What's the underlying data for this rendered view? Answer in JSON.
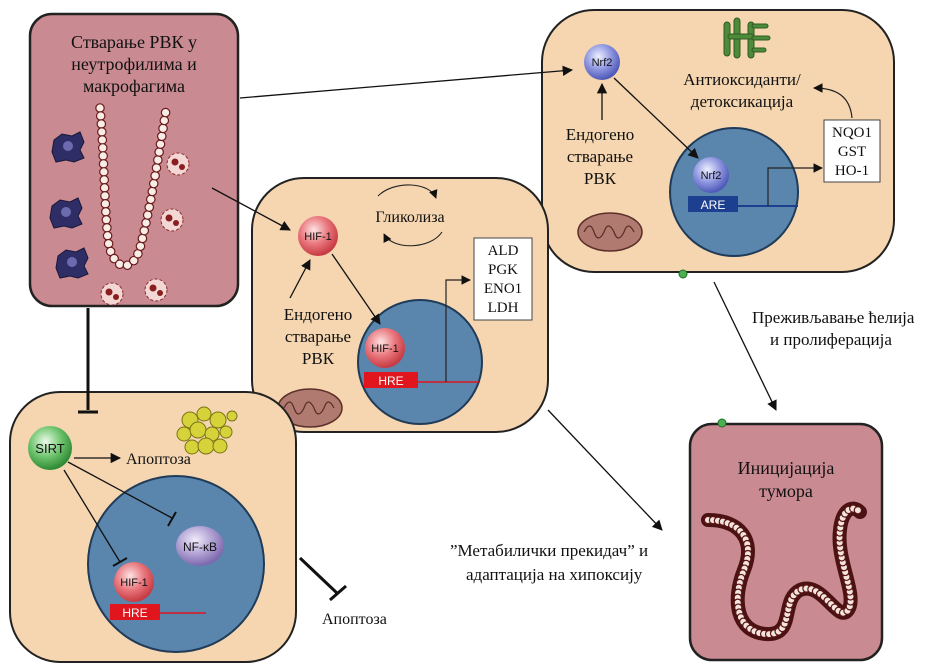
{
  "neutrophil_box": {
    "line1": "Стварање РВК у",
    "line2": "неутрофилима и",
    "line3": "макрофагима"
  },
  "nrf2_cell": {
    "nrf2": "Nrf2",
    "nrf2_nucleus": "Nrf2",
    "are": "ARE",
    "antioxidant_line1": "Антиоксиданти/",
    "antioxidant_line2": "детоксикација",
    "genes": [
      "NQO1",
      "GST",
      "HO-1"
    ],
    "endogenous_line1": "Ендогено",
    "endogenous_line2": "стварање",
    "endogenous_line3": "РВК"
  },
  "hif_cell": {
    "hif": "HIF-1",
    "hif_nucleus": "HIF-1",
    "hre": "HRE",
    "glycolysis": "Гликолиза",
    "genes": [
      "ALD",
      "PGK",
      "ENO1",
      "LDH"
    ],
    "endogenous_line1": "Ендогено",
    "endogenous_line2": "стварање",
    "endogenous_line3": "РВК"
  },
  "sirt_cell": {
    "sirt": "SIRT",
    "apoptosis": "Апоптоза",
    "nfkb": "NF-κB",
    "hif": "HIF-1",
    "hre": "HRE"
  },
  "labels": {
    "apoptosis_outside": "Апоптоза",
    "survival_line1": "Преживљавање ћелија",
    "survival_line2": "и пролиферација",
    "metabolic_line1": "”Метабилички прекидач” и",
    "metabolic_line2": "адаптација на хипоксију"
  },
  "tumor_box": {
    "line1": "Иницијација",
    "line2": "тумора"
  },
  "colors": {
    "cell_fill": "#f5d6b0",
    "nucleus_fill": "#5a86ad",
    "pink_box": "#c98a92",
    "hif_red": "#e0525a",
    "nrf2_blue": "#7b84d6",
    "nfkb_purple": "#a592c8"
  }
}
